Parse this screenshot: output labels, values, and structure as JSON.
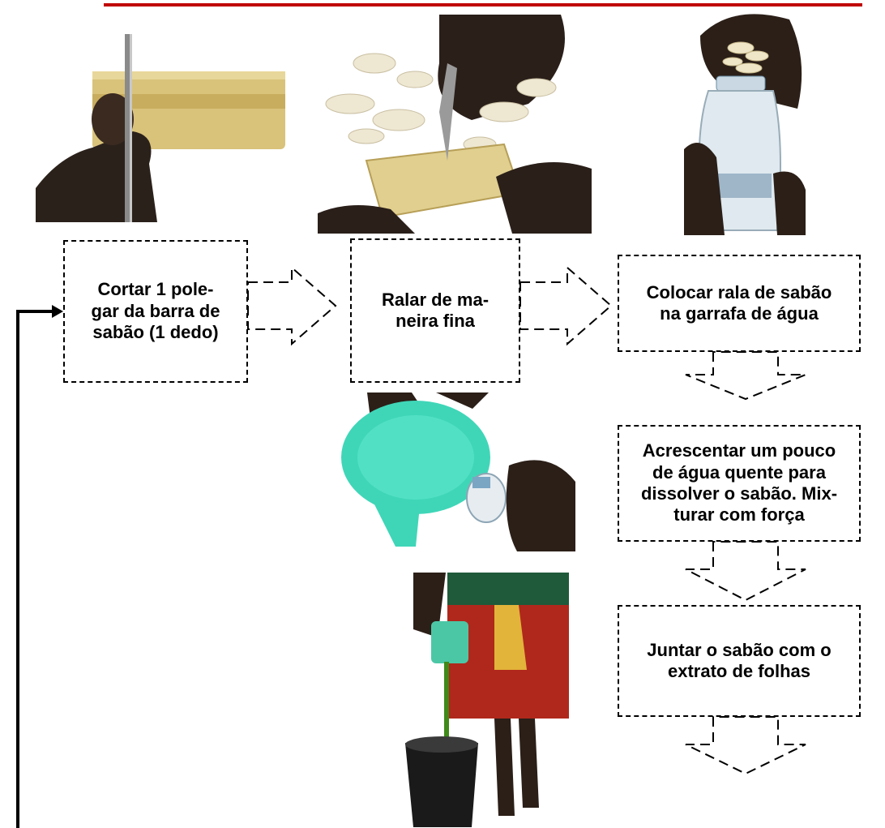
{
  "colors": {
    "top_rule": "#c00000",
    "stroke": "#000000"
  },
  "steps": [
    {
      "id": "step-1",
      "text": "Cortar 1 pole-\ngar da barra de\nsabão (1 dedo)"
    },
    {
      "id": "step-2",
      "text": "Ralar de ma-\nneira fina"
    },
    {
      "id": "step-3",
      "text": "Colocar rala de sabão\nna garrafa de água"
    },
    {
      "id": "step-4",
      "text": "Acrescentar um pouco\nde água quente para\ndissolver o sabão. Mix-\nturar com força"
    },
    {
      "id": "step-5",
      "text": "Juntar o sabão com o\nextrato de folhas"
    }
  ],
  "photos": [
    {
      "name": "photo-cutting-soap-bar"
    },
    {
      "name": "photo-grating-soap"
    },
    {
      "name": "photo-filling-bottle"
    },
    {
      "name": "photo-pouring-hot-water"
    },
    {
      "name": "photo-pouring-into-bucket"
    }
  ]
}
